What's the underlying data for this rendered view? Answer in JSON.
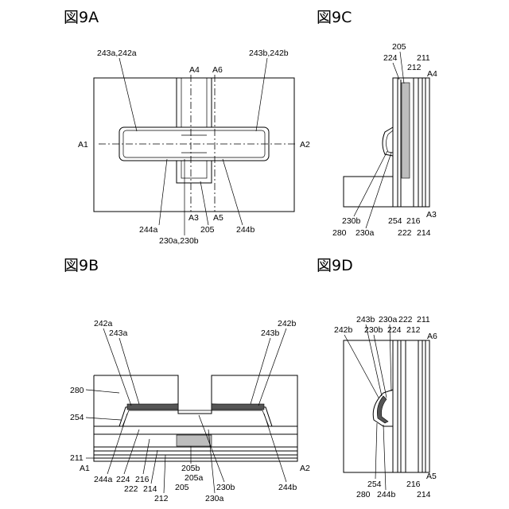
{
  "figures": {
    "a": {
      "title": "図9A",
      "labels": {
        "l243a_242a": "243a,242a",
        "l243b_242b": "243b,242b",
        "A4": "A4",
        "A6": "A6",
        "A1": "A1",
        "A2": "A2",
        "A3": "A3",
        "A5": "A5",
        "l244a": "244a",
        "l205": "205",
        "l244b": "244b",
        "l230a_230b": "230a,230b"
      }
    },
    "b": {
      "title": "図9B",
      "labels": {
        "l242a": "242a",
        "l243a": "243a",
        "l242b": "242b",
        "l243b": "243b",
        "l280": "280",
        "l254": "254",
        "l211": "211",
        "A1": "A1",
        "A2": "A2",
        "l244a": "244a",
        "l224": "224",
        "l216": "216",
        "l222": "222",
        "l214": "214",
        "l212": "212",
        "l205b": "205b",
        "l205a": "205a",
        "l205": "205",
        "l230b": "230b",
        "l230a": "230a",
        "l244b": "244b"
      }
    },
    "c": {
      "title": "図9C",
      "labels": {
        "l205": "205",
        "l224": "224",
        "l211": "211",
        "l212": "212",
        "A4": "A4",
        "l230b": "230b",
        "l280": "280",
        "l230a": "230a",
        "l254": "254",
        "l216": "216",
        "l222": "222",
        "l214": "214",
        "A3": "A3"
      }
    },
    "d": {
      "title": "図9D",
      "labels": {
        "l243b": "243b",
        "l230a": "230a",
        "l222": "222",
        "l211": "211",
        "l242b": "242b",
        "l230b": "230b",
        "l224": "224",
        "l212": "212",
        "A6": "A6",
        "l254": "254",
        "l280": "280",
        "l244b": "244b",
        "l216": "216",
        "l214": "214",
        "A5": "A5"
      }
    }
  },
  "colors": {
    "line": "#000000",
    "background": "#ffffff",
    "dark_fill": "#555555",
    "grey_fill": "#bdbdbd"
  }
}
